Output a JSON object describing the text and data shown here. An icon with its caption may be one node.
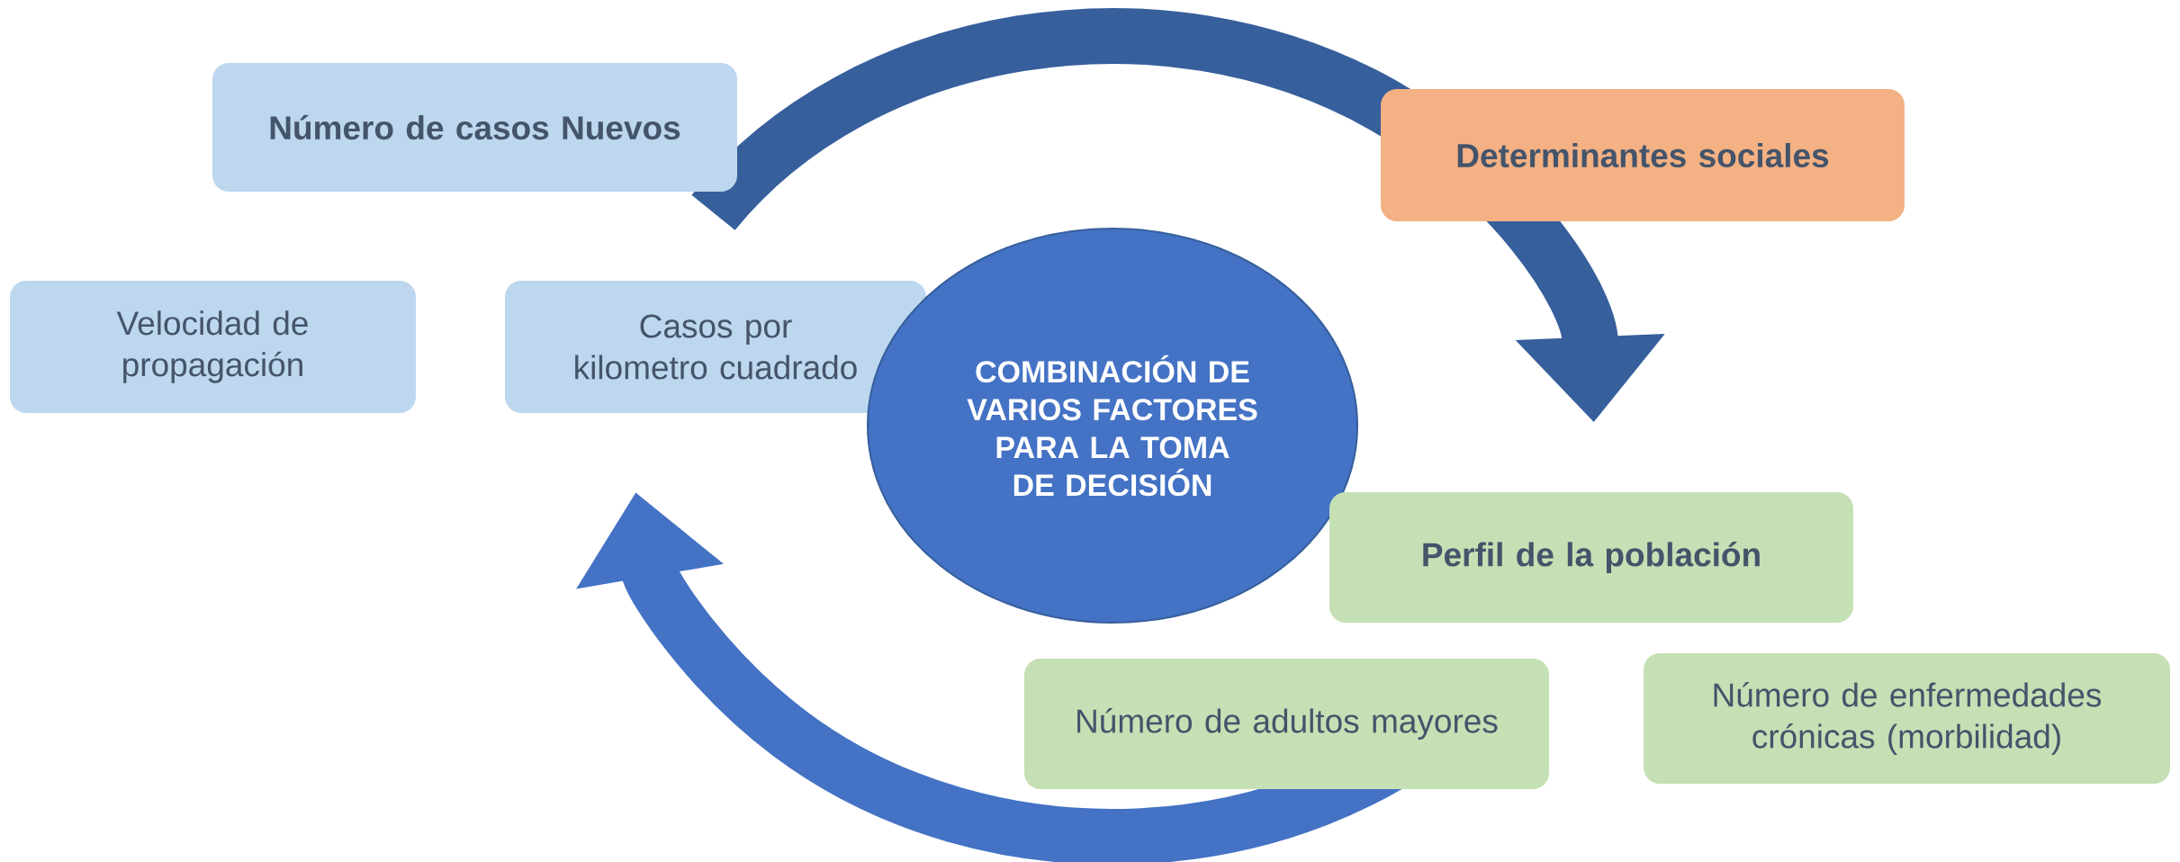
{
  "diagram": {
    "nodes": [
      {
        "text": [
          "Número de casos Nuevos"
        ]
      },
      {
        "text": [
          "Determinantes sociales"
        ]
      },
      {
        "text": [
          "Velocidad de propagación"
        ]
      },
      {
        "text": [
          "Casos por kilometro cuadrado"
        ]
      },
      {
        "text": [
          "COMBINACIÓN DE VARIOS FACTORES PARA LA TOMA DE DECISIÓN"
        ]
      },
      {
        "text": [
          "Perfil de la población"
        ]
      },
      {
        "text": [
          "Número de adultos mayores"
        ]
      },
      {
        "text": [
          "Número de enfermedades crónicas (morbilidad)"
        ]
      }
    ]
  }
}
